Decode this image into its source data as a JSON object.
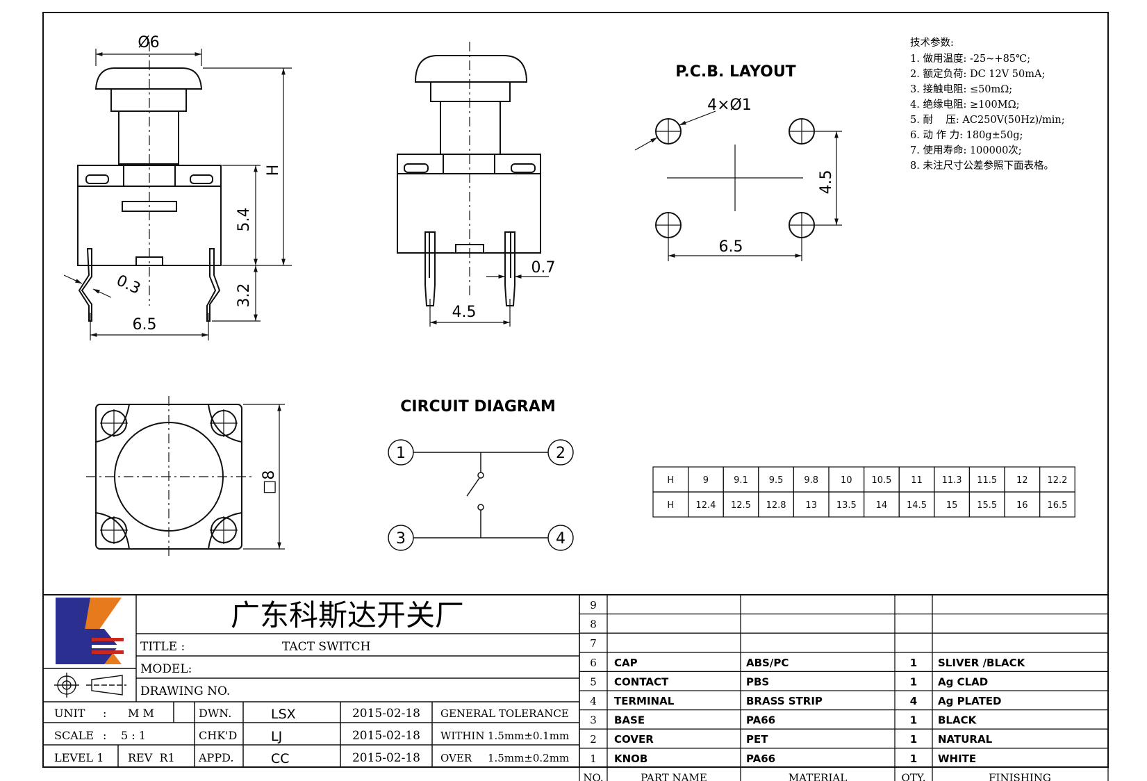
{
  "specs": {
    "heading": "技术参数:",
    "items": [
      "1. 做用温度: -25~+85℃;",
      "2. 额定负荷: DC 12V 50mA;",
      "3. 接触电阻: ≤50mΩ;",
      "4. 绝缘电阻: ≥100MΩ;",
      "5. 耐    压: AC250V(50Hz)/min;",
      "6. 动 作 力: 180g±50g;",
      "7. 使用寿命: 100000次;",
      "8. 未注尺寸公差参照下面表格。"
    ]
  },
  "views": {
    "front": {
      "dia": "Ø6",
      "h": "H",
      "body_h": "5.4",
      "lead_len": "3.2",
      "lead_thk": "0.3",
      "pitch": "6.5"
    },
    "side": {
      "lead_w": "0.7",
      "pitch": "4.5"
    },
    "pcb": {
      "title": "P.C.B. LAYOUT",
      "holes": "4×Ø1",
      "pitch_v": "4.5",
      "pitch_h": "6.5"
    },
    "top": {
      "size": "□8"
    },
    "circuit": {
      "title": "CIRCUIT DIAGRAM",
      "pins": [
        "1",
        "2",
        "3",
        "4"
      ]
    }
  },
  "h_table": {
    "rows": [
      [
        "H",
        "9",
        "9.1",
        "9.5",
        "9.8",
        "10",
        "10.5",
        "11",
        "11.3",
        "11.5",
        "12",
        "12.2"
      ],
      [
        "H",
        "12.4",
        "12.5",
        "12.8",
        "13",
        "13.5",
        "14",
        "14.5",
        "15",
        "15.5",
        "16",
        "16.5"
      ]
    ]
  },
  "title_block": {
    "company": "广东科斯达开关厂",
    "title_label": "TITLE :",
    "title_value": "TACT SWITCH",
    "model_label": "MODEL:",
    "drawing_label": "DRAWING NO.",
    "unit_label": "UNIT",
    "unit_sep": ":",
    "unit_value": "M M",
    "scale_label": "SCALE",
    "scale_sep": ":",
    "scale_value": "5 : 1",
    "level": "LEVEL 1",
    "rev": "REV  R1",
    "dwn_label": "DWN.",
    "dwn_name": "LSX",
    "dwn_date": "2015-02-18",
    "chk_label": "CHK'D",
    "chk_name": "LJ",
    "chk_date": "2015-02-18",
    "appd_label": "APPD.",
    "appd_name": "CC",
    "appd_date": "2015-02-18",
    "tol_1": "GENERAL TOLERANCE",
    "tol_2a": "WITHIN",
    "tol_2b": "1.5mm±0.1mm",
    "tol_3a": "OVER",
    "tol_3b": "1.5mm±0.2mm"
  },
  "bom": {
    "header": {
      "no": "NO.",
      "name": "PART  NAME",
      "material": "MATERIAL",
      "qty": "QTY.",
      "finish": "FINISHING"
    },
    "rows": [
      {
        "no": "9",
        "name": "",
        "material": "",
        "qty": "",
        "finish": ""
      },
      {
        "no": "8",
        "name": "",
        "material": "",
        "qty": "",
        "finish": ""
      },
      {
        "no": "7",
        "name": "",
        "material": "",
        "qty": "",
        "finish": ""
      },
      {
        "no": "6",
        "name": "CAP",
        "material": "ABS/PC",
        "qty": "1",
        "finish": "SLIVER /BLACK"
      },
      {
        "no": "5",
        "name": "CONTACT",
        "material": "PBS",
        "qty": "1",
        "finish": "Ag CLAD"
      },
      {
        "no": "4",
        "name": "TERMINAL",
        "material": "BRASS STRIP",
        "qty": "4",
        "finish": "Ag PLATED"
      },
      {
        "no": "3",
        "name": "BASE",
        "material": "PA66",
        "qty": "1",
        "finish": "BLACK"
      },
      {
        "no": "2",
        "name": "COVER",
        "material": "PET",
        "qty": "1",
        "finish": "NATURAL"
      },
      {
        "no": "1",
        "name": "KNOB",
        "material": "PA66",
        "qty": "1",
        "finish": "WHITE"
      }
    ]
  },
  "colors": {
    "logo_blue": "#2b2f8f",
    "logo_orange": "#e87a1e",
    "logo_red": "#c8281e"
  }
}
